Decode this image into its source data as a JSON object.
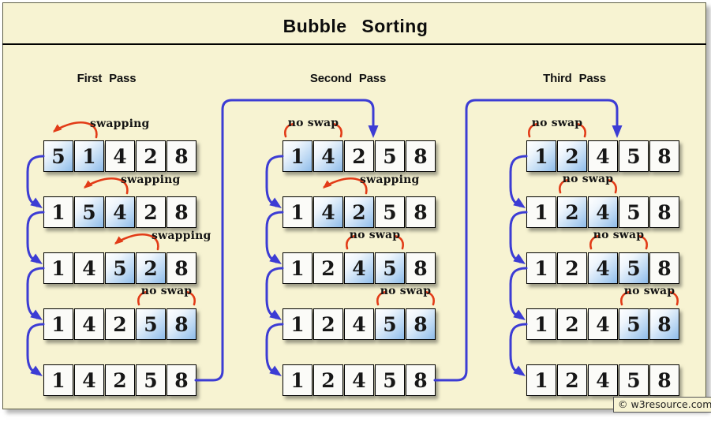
{
  "title": "Bubble Sorting",
  "watermark": "© w3resource.com",
  "colors": {
    "arrow_blue": "#3c3cd4",
    "arrow_red": "#e23b17",
    "panel_bg": "#f7f3d2",
    "highlight_blue": "#8fbce9",
    "cell_bg": "#fbfbf8"
  },
  "passes": [
    {
      "label": "First Pass",
      "rows": [
        {
          "values": [
            "5",
            "1",
            "4",
            "2",
            "8"
          ],
          "highlight": [
            0,
            1
          ],
          "annotation": {
            "type": "swap",
            "label": "swapping",
            "cells": [
              0,
              1
            ]
          }
        },
        {
          "values": [
            "1",
            "5",
            "4",
            "2",
            "8"
          ],
          "highlight": [
            1,
            2
          ],
          "annotation": {
            "type": "swap",
            "label": "swapping",
            "cells": [
              1,
              2
            ]
          }
        },
        {
          "values": [
            "1",
            "4",
            "5",
            "2",
            "8"
          ],
          "highlight": [
            2,
            3
          ],
          "annotation": {
            "type": "swap",
            "label": "swapping",
            "cells": [
              2,
              3
            ]
          }
        },
        {
          "values": [
            "1",
            "4",
            "2",
            "5",
            "8"
          ],
          "highlight": [
            3,
            4
          ],
          "annotation": {
            "type": "noswap",
            "label": "no swap",
            "cells": [
              3,
              4
            ]
          }
        },
        {
          "values": [
            "1",
            "4",
            "2",
            "5",
            "8"
          ],
          "highlight": [],
          "annotation": null
        }
      ]
    },
    {
      "label": "Second Pass",
      "rows": [
        {
          "values": [
            "1",
            "4",
            "2",
            "5",
            "8"
          ],
          "highlight": [
            0,
            1
          ],
          "annotation": {
            "type": "noswap",
            "label": "no swap",
            "cells": [
              0,
              1
            ]
          }
        },
        {
          "values": [
            "1",
            "4",
            "2",
            "5",
            "8"
          ],
          "highlight": [
            1,
            2
          ],
          "annotation": {
            "type": "swap",
            "label": "swapping",
            "cells": [
              1,
              2
            ]
          }
        },
        {
          "values": [
            "1",
            "2",
            "4",
            "5",
            "8"
          ],
          "highlight": [
            2,
            3
          ],
          "annotation": {
            "type": "noswap",
            "label": "no swap",
            "cells": [
              2,
              3
            ]
          }
        },
        {
          "values": [
            "1",
            "2",
            "4",
            "5",
            "8"
          ],
          "highlight": [
            3,
            4
          ],
          "annotation": {
            "type": "noswap",
            "label": "no swap",
            "cells": [
              3,
              4
            ]
          }
        },
        {
          "values": [
            "1",
            "2",
            "4",
            "5",
            "8"
          ],
          "highlight": [],
          "annotation": null
        }
      ]
    },
    {
      "label": "Third Pass",
      "rows": [
        {
          "values": [
            "1",
            "2",
            "4",
            "5",
            "8"
          ],
          "highlight": [
            0,
            1
          ],
          "annotation": {
            "type": "noswap",
            "label": "no swap",
            "cells": [
              0,
              1
            ]
          }
        },
        {
          "values": [
            "1",
            "2",
            "4",
            "5",
            "8"
          ],
          "highlight": [
            1,
            2
          ],
          "annotation": {
            "type": "noswap",
            "label": "no swap",
            "cells": [
              1,
              2
            ]
          }
        },
        {
          "values": [
            "1",
            "2",
            "4",
            "5",
            "8"
          ],
          "highlight": [
            2,
            3
          ],
          "annotation": {
            "type": "noswap",
            "label": "no swap",
            "cells": [
              2,
              3
            ]
          }
        },
        {
          "values": [
            "1",
            "2",
            "4",
            "5",
            "8"
          ],
          "highlight": [
            3,
            4
          ],
          "annotation": {
            "type": "noswap",
            "label": "no swap",
            "cells": [
              3,
              4
            ]
          }
        },
        {
          "values": [
            "1",
            "2",
            "4",
            "5",
            "8"
          ],
          "highlight": [],
          "annotation": null
        }
      ]
    }
  ]
}
